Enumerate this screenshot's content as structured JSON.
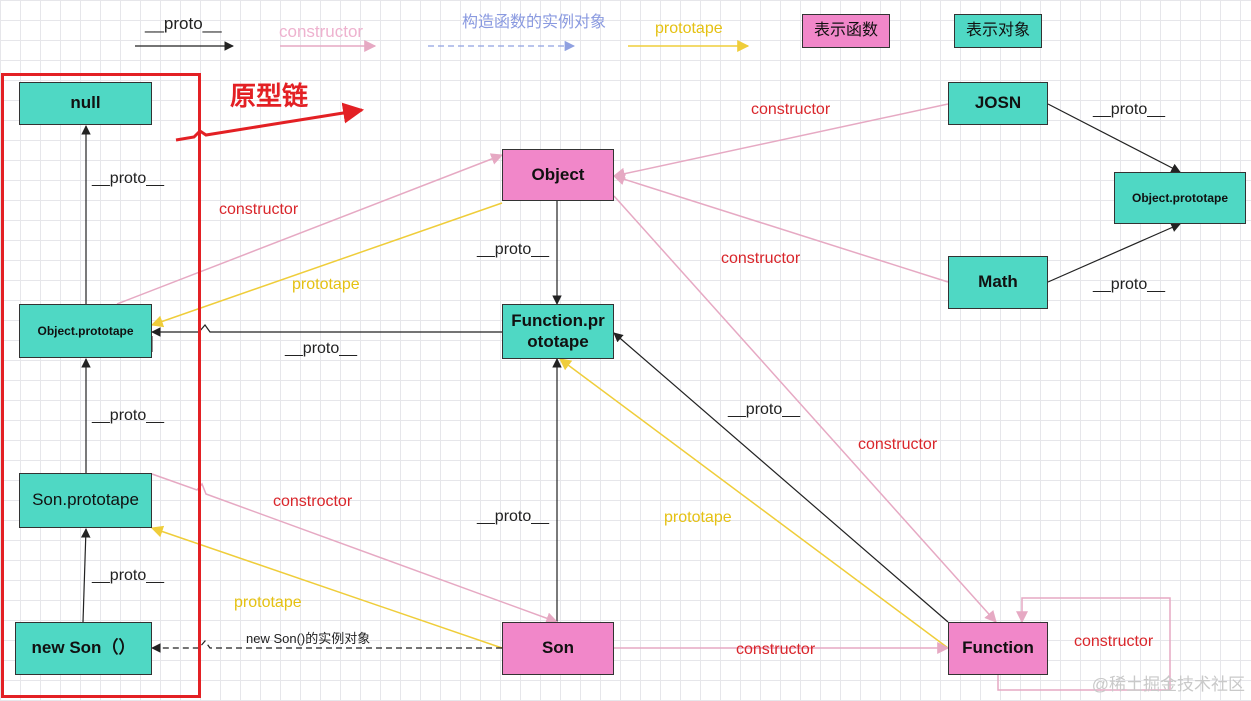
{
  "legend": {
    "proto": "__proto__",
    "constructor": "constructor",
    "instance": "构造函数的实例对象",
    "prototype": "prototape",
    "fn_box": "表示函数",
    "obj_box": "表示对象"
  },
  "chain_title": "原型链",
  "nodes": {
    "null": "null",
    "object_prototype_left": "Object.prototape",
    "son_prototype": "Son.prototape",
    "new_son": "new Son（）",
    "object": "Object",
    "function_prototype": "Function.prototape",
    "son": "Son",
    "function": "Function",
    "josn": "JOSN",
    "math": "Math",
    "object_prototype_right": "Object.prototape"
  },
  "labels": {
    "proto_null": "__proto__",
    "proto_objproto": "__proto__",
    "proto_sonproto": "__proto__",
    "proto_fnproto_to_objproto": "__proto__",
    "proto_object_to_fnproto": "__proto__",
    "proto_son_to_fnproto": "__proto__",
    "proto_function_to_fnproto": "__proto__",
    "proto_josn": "__proto__",
    "proto_math": "__proto__",
    "constructor_objproto": "constructor",
    "prototype_object": "prototape",
    "constructor_josn": "constructor",
    "constructor_math": "constructor",
    "constructor_object_function": "constructor",
    "prototype_function": "prototape",
    "constroctor_son": "constroctor",
    "prototype_son": "prototape",
    "new_son_instance": "new Son()的实例对象",
    "constructor_son_function": "constructor",
    "constructor_function_self": "constructor"
  },
  "watermark": "@稀土掘金技术社区",
  "colors": {
    "object_box": "#4fd8c4",
    "function_box": "#f187c9",
    "proto_line": "#333333",
    "constructor_line": "#e6a9c3",
    "prototype_line": "#efcd3a",
    "instance_line": "#8fa0e0",
    "chain_frame": "#e32024"
  }
}
